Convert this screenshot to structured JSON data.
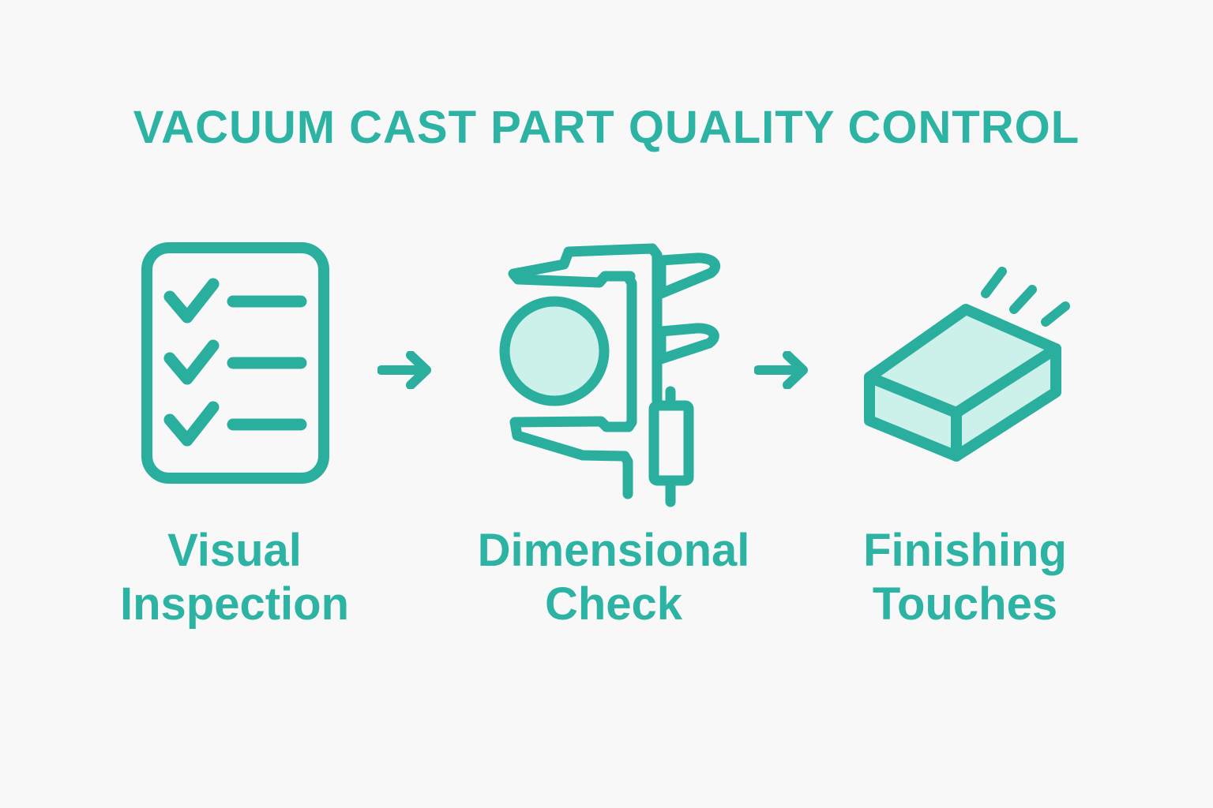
{
  "title": "VACUUM CAST PART QUALITY CONTROL",
  "steps": [
    {
      "id": "visual-inspection",
      "icon": "checklist-icon",
      "lines": [
        "Visual",
        "Inspection"
      ]
    },
    {
      "id": "dimensional-check",
      "icon": "caliper-icon",
      "lines": [
        "Dimensional",
        "Check"
      ]
    },
    {
      "id": "finishing-touches",
      "icon": "cast-part-icon",
      "lines": [
        "Finishing",
        "Touches"
      ]
    }
  ],
  "arrows": [
    {
      "id": "arrow-1",
      "icon": "right-arrow-icon"
    },
    {
      "id": "arrow-2",
      "icon": "right-arrow-icon"
    }
  ],
  "colors": {
    "accent": "#2aae9e",
    "accent_text": "#2cb3a3",
    "icon_fill": "#ccf0ea",
    "background": "#f7f8f7"
  }
}
